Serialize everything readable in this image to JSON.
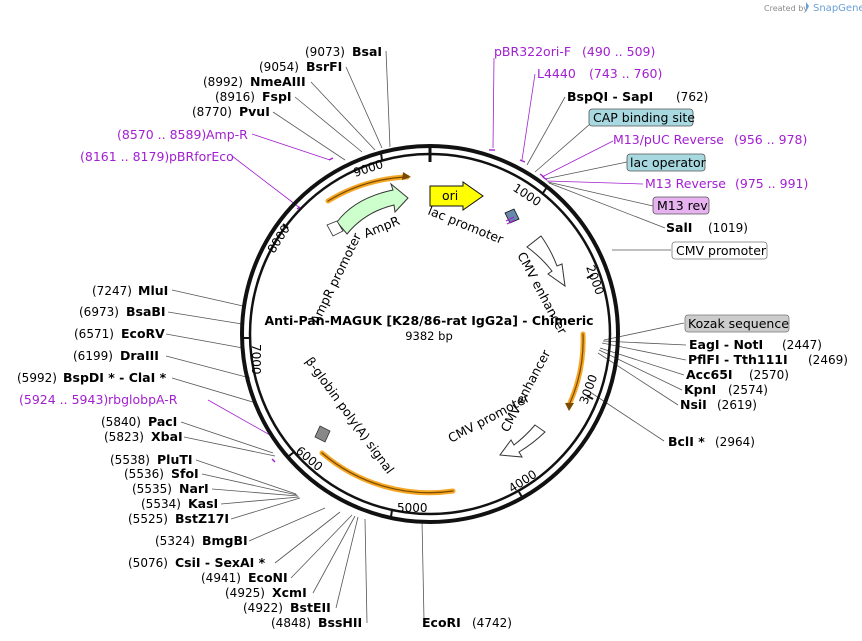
{
  "watermark": {
    "created_by": "Created by",
    "brand": "SnapGene"
  },
  "plasmid": {
    "name": "Anti-Pan-MAGUK [K28/86-rat IgG2a] - Chimeric",
    "size": "9382 bp",
    "length": 9382
  },
  "tick_labels": [
    "1000",
    "2000",
    "3000",
    "4000",
    "5000",
    "6000",
    "7000",
    "8000",
    "9000"
  ],
  "enzymes": [
    {
      "name": "BsaI",
      "num": "(9073)"
    },
    {
      "name": "BsrFI",
      "num": "(9054)"
    },
    {
      "name": "NmeAIII",
      "num": "(8992)"
    },
    {
      "name": "FspI",
      "num": "(8916)"
    },
    {
      "name": "PvuI",
      "num": "(8770)"
    },
    {
      "name": "BspQI - SapI",
      "num": "(762)"
    },
    {
      "name": "SalI",
      "num": "(1019)"
    },
    {
      "name": "EagI - NotI",
      "num": "(2447)"
    },
    {
      "name": "PflFI - Tth111I",
      "num": "(2469)"
    },
    {
      "name": "Acc65I",
      "num": "(2570)"
    },
    {
      "name": "KpnI",
      "num": "(2574)"
    },
    {
      "name": "NsiI",
      "num": "(2619)"
    },
    {
      "name": "BclI *",
      "num": "(2964)"
    },
    {
      "name": "EcoRI",
      "num": "(4742)"
    },
    {
      "name": "MluI",
      "num": "(7247)"
    },
    {
      "name": "BsaBI",
      "num": "(6973)"
    },
    {
      "name": "EcoRV",
      "num": "(6571)"
    },
    {
      "name": "DraIII",
      "num": "(6199)"
    },
    {
      "name": "BspDI * - ClaI *",
      "num": "(5992)"
    },
    {
      "name": "PacI",
      "num": "(5840)"
    },
    {
      "name": "XbaI",
      "num": "(5823)"
    },
    {
      "name": "PluTI",
      "num": "(5538)"
    },
    {
      "name": "SfoI",
      "num": "(5536)"
    },
    {
      "name": "NarI",
      "num": "(5535)"
    },
    {
      "name": "KasI",
      "num": "(5534)"
    },
    {
      "name": "BstZ17I",
      "num": "(5525)"
    },
    {
      "name": "BmgBI",
      "num": "(5324)"
    },
    {
      "name": "CsiI - SexAI *",
      "num": "(5076)"
    },
    {
      "name": "EcoNI",
      "num": "(4941)"
    },
    {
      "name": "XcmI",
      "num": "(4925)"
    },
    {
      "name": "BstEII",
      "num": "(4922)"
    },
    {
      "name": "BssHII",
      "num": "(4848)"
    }
  ],
  "primers": [
    {
      "name": "pBR322ori-F",
      "range": "(490 .. 509)"
    },
    {
      "name": "L4440",
      "range": "(743 .. 760)"
    },
    {
      "name": "M13/pUC Reverse",
      "range": "(956 .. 978)"
    },
    {
      "name": "M13 Reverse",
      "range": "(975 .. 991)"
    },
    {
      "name": "Amp-R",
      "range": "(8570 .. 8589)"
    },
    {
      "name": "pBRforEco",
      "range": "(8161 .. 8179)"
    },
    {
      "name": "rbglobpA-R",
      "range": "(5924 .. 5943)"
    }
  ],
  "boxed_features": {
    "cap": "CAP binding site",
    "lacop": "lac operator",
    "m13rev": "M13 rev",
    "cmvprom": "CMV promoter",
    "kozak": "Kozak sequence"
  },
  "inner_features": {
    "ori": "ori",
    "lac_promoter": "lac promoter",
    "cmv_enhancer_1": "CMV enhancer",
    "cmv_enhancer_2": "CMV enhancer",
    "cmv_promoter": "CMV promoter",
    "bglobin": "β-globin poly(A) signal",
    "ampr_promoter": "AmpR promoter",
    "ampr": "AmpR"
  },
  "colors": {
    "primer": "#a21fd1",
    "ori": "#ffff00",
    "ampr": "#ccffcc",
    "cap_box": "#a8d8e0",
    "lacop_box": "#a8d8e0",
    "m13rev_box": "#e6b3f0",
    "kozak_box": "#cccccc",
    "highlight": "#f5a623"
  }
}
